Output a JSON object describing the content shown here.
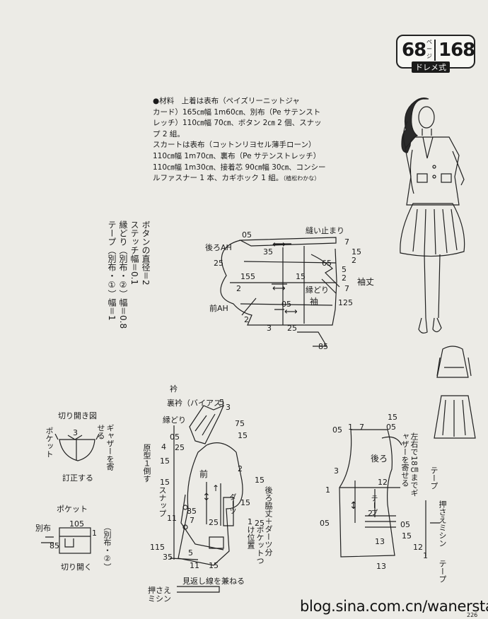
{
  "badge": {
    "left": "68",
    "kana": "ページ",
    "right": "168",
    "sub": "ドレメ式"
  },
  "materials": {
    "line1": "●材料　上着は表布（ペイズリーニットジャ",
    "line2": "カード）165㎝幅 1m60㎝、別布（Pe サテンスト",
    "line3": "レッチ）110㎝幅 70㎝、ボタン 2㎝ 2 個、スナッ",
    "line4": "プ 2 組。",
    "line5": "スカートは表布（コットンリヨセル薄手ローン）",
    "line6": "110㎝幅 1m70㎝、裏布（Pe サテンストレッチ）",
    "line7": "110㎝幅 1m30㎝、接着芯 90㎝幅 30㎝、コンシー",
    "line8": "ルファスナー 1 本、カギホック 1 組。",
    "credit": "（植松わかな）"
  },
  "notes": {
    "n1": "ボタンの直径＝2",
    "n2": "ステッチ幅＝0.1",
    "n3": "縁どり（別布・②）幅＝0.8",
    "n4": "テープ（別布・①）幅＝1"
  },
  "sleeve": {
    "title": "縫い止まり",
    "back_ah": "後ろAH",
    "front_ah": "前AH",
    "length": "袖丈",
    "edge": "縁どり",
    "name": "袖",
    "nums": [
      "05",
      "7",
      "25",
      "35",
      "15",
      "155",
      "2",
      "65",
      "5",
      "2",
      "15",
      "7",
      "05",
      "125",
      "2",
      "3",
      "25",
      "85"
    ]
  },
  "slash": {
    "title": "切り開き図",
    "pocket": "ポケット",
    "gather": "ギャザーを寄せる",
    "fix": "訂正する",
    "num": "3"
  },
  "pocket": {
    "title": "ポケット",
    "cloth": "別布",
    "cloth2": "（別布・②）",
    "open": "切り開く",
    "n1": "105",
    "n2": "85",
    "n3": "1"
  },
  "front": {
    "collar": "衿",
    "under_collar": "裏衿（バイアス）",
    "edge": "縁どり",
    "pattern": "原型１倒す",
    "front": "前",
    "snap": "スナップ",
    "dart": "ダーツ",
    "pocket_pos": "ポケットつけ位置",
    "facing": "見返し線を兼ねる",
    "hold": "押さえミシン",
    "nums": [
      "5",
      "3",
      "75",
      "15",
      "05",
      "25",
      "4",
      "15",
      "15",
      "2",
      "15",
      "15",
      "85",
      "11",
      "7",
      "25",
      "1",
      "25",
      "115",
      "5",
      "35",
      "11",
      "15"
    ]
  },
  "back": {
    "label": "後ろ",
    "side_dart": "後ろ脇丈＋ダーツ分",
    "gather": "左右で18㎝までギャザーを寄せる",
    "tape": "テープ",
    "tape_hold": "押さえミシン",
    "tape2": "テープ",
    "nums": [
      "15",
      "05",
      "1",
      "7",
      "05",
      "3",
      "1",
      "12",
      "05",
      "13",
      "2",
      "05",
      "15",
      "12",
      "1",
      "13"
    ]
  },
  "watermark": "blog.sina.com.cn/wanerstart",
  "page_no": "226"
}
